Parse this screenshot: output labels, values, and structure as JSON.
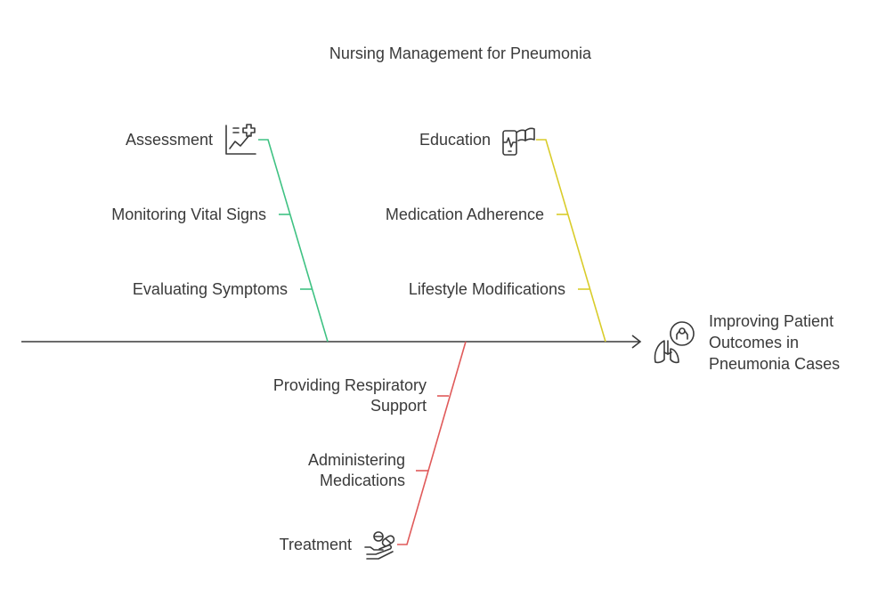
{
  "title": "Nursing Management for Pneumonia",
  "outcome": {
    "line1": "Improving Patient",
    "line2": "Outcomes in",
    "line3": "Pneumonia Cases",
    "icon": "lungs-icon"
  },
  "branches": {
    "assessment": {
      "label": "Assessment",
      "icon": "chart-medical-icon",
      "color": "#3fc283",
      "items": [
        "Monitoring Vital Signs",
        "Evaluating Symptoms"
      ]
    },
    "education": {
      "label": "Education",
      "icon": "phone-book-icon",
      "color": "#d9cc2a",
      "items": [
        "Medication Adherence",
        "Lifestyle Modifications"
      ]
    },
    "treatment": {
      "label": "Treatment",
      "icon": "hand-pills-icon",
      "color": "#e05a5a",
      "items": [
        {
          "line1": "Providing Respiratory",
          "line2": "Support"
        },
        {
          "line1": "Administering",
          "line2": "Medications"
        }
      ]
    }
  },
  "spine_color": "#3a3a3a"
}
